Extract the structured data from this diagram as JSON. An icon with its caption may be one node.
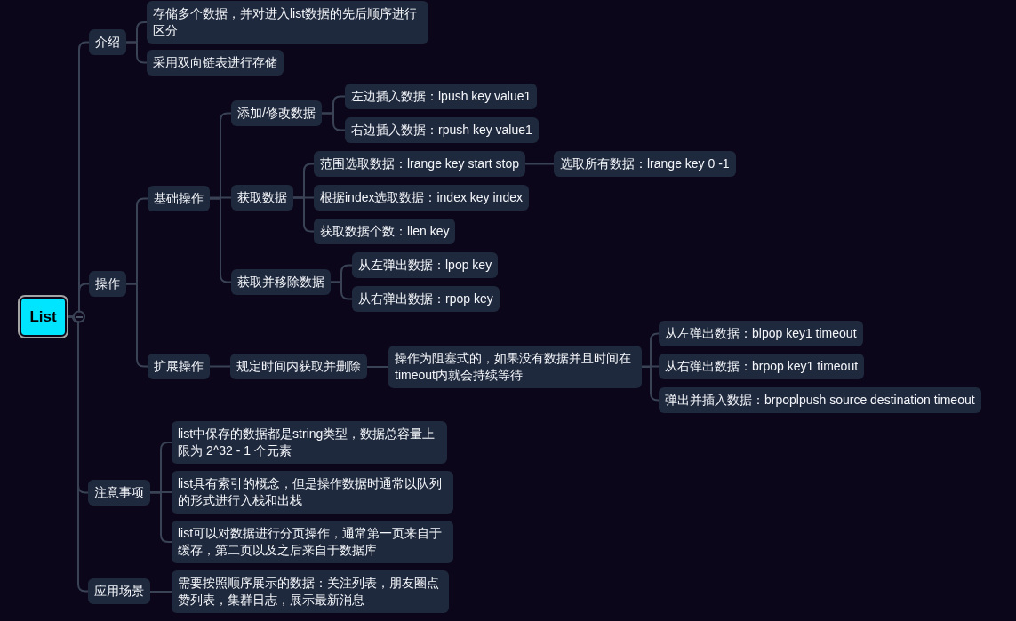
{
  "diagram": {
    "nodes": [
      {
        "text": [
          "List"
        ]
      },
      {
        "text": [
          "介绍"
        ]
      },
      {
        "text": [
          "存储多个数据，并对进入list数据的先后顺序进行区分"
        ]
      },
      {
        "text": [
          "采用双向链表进行存储"
        ]
      },
      {
        "text": [
          "操作"
        ]
      },
      {
        "text": [
          "基础操作"
        ]
      },
      {
        "text": [
          "添加/修改数据"
        ]
      },
      {
        "text": [
          "左边插入数据：lpush key value1"
        ]
      },
      {
        "text": [
          "右边插入数据：rpush key value1"
        ]
      },
      {
        "text": [
          "获取数据"
        ]
      },
      {
        "text": [
          "范围选取数据：lrange key start stop"
        ]
      },
      {
        "text": [
          "选取所有数据：lrange key 0 -1"
        ]
      },
      {
        "text": [
          "根据index选取数据：index key index"
        ]
      },
      {
        "text": [
          "获取数据个数：llen key"
        ]
      },
      {
        "text": [
          "获取并移除数据"
        ]
      },
      {
        "text": [
          "从左弹出数据：lpop key"
        ]
      },
      {
        "text": [
          "从右弹出数据：rpop key"
        ]
      },
      {
        "text": [
          "扩展操作"
        ]
      },
      {
        "text": [
          "规定时间内获取并删除"
        ]
      },
      {
        "text": [
          "操作为阻塞式的，如果没有数据并且时间在timeout内就会持续等待"
        ]
      },
      {
        "text": [
          "从左弹出数据：blpop key1 timeout"
        ]
      },
      {
        "text": [
          "从右弹出数据：brpop key1 timeout"
        ]
      },
      {
        "text": [
          "弹出并插入数据：brpoplpush source destination timeout"
        ]
      },
      {
        "text": [
          "注意事项"
        ]
      },
      {
        "text": [
          "list中保存的数据都是string类型，数据总容量上限为 2^32 - 1 个元素"
        ]
      },
      {
        "text": [
          "list具有索引的概念，但是操作数据时通常以队列的形式进行入栈和出栈"
        ]
      },
      {
        "text": [
          "list可以对数据进行分页操作，通常第一页来自于缓存，第二页以及之后来自于数据库"
        ]
      },
      {
        "text": [
          "应用场景"
        ]
      },
      {
        "text": [
          "需要按照顺序展示的数据：关注列表，朋友圈点赞列表，集群日志，展示最新消息"
        ]
      }
    ],
    "edges": [
      {
        "from": 0,
        "to": 1,
        "arrow": "none"
      },
      {
        "from": 1,
        "to": 2,
        "arrow": "none"
      },
      {
        "from": 1,
        "to": 3,
        "arrow": "none"
      },
      {
        "from": 0,
        "to": 4,
        "arrow": "none"
      },
      {
        "from": 4,
        "to": 5,
        "arrow": "none"
      },
      {
        "from": 5,
        "to": 6,
        "arrow": "none"
      },
      {
        "from": 6,
        "to": 7,
        "arrow": "none"
      },
      {
        "from": 6,
        "to": 8,
        "arrow": "none"
      },
      {
        "from": 5,
        "to": 9,
        "arrow": "none"
      },
      {
        "from": 9,
        "to": 10,
        "arrow": "none"
      },
      {
        "from": 10,
        "to": 11,
        "arrow": "none"
      },
      {
        "from": 9,
        "to": 12,
        "arrow": "none"
      },
      {
        "from": 9,
        "to": 13,
        "arrow": "none"
      },
      {
        "from": 5,
        "to": 14,
        "arrow": "none"
      },
      {
        "from": 14,
        "to": 15,
        "arrow": "none"
      },
      {
        "from": 14,
        "to": 16,
        "arrow": "none"
      },
      {
        "from": 4,
        "to": 17,
        "arrow": "none"
      },
      {
        "from": 17,
        "to": 18,
        "arrow": "none"
      },
      {
        "from": 18,
        "to": 19,
        "arrow": "none"
      },
      {
        "from": 19,
        "to": 20,
        "arrow": "none"
      },
      {
        "from": 19,
        "to": 21,
        "arrow": "none"
      },
      {
        "from": 19,
        "to": 22,
        "arrow": "none"
      },
      {
        "from": 0,
        "to": 23,
        "arrow": "none"
      },
      {
        "from": 23,
        "to": 24,
        "arrow": "none"
      },
      {
        "from": 23,
        "to": 25,
        "arrow": "none"
      },
      {
        "from": 23,
        "to": 26,
        "arrow": "none"
      },
      {
        "from": 0,
        "to": 27,
        "arrow": "none"
      },
      {
        "from": 27,
        "to": 28,
        "arrow": "none"
      }
    ]
  }
}
